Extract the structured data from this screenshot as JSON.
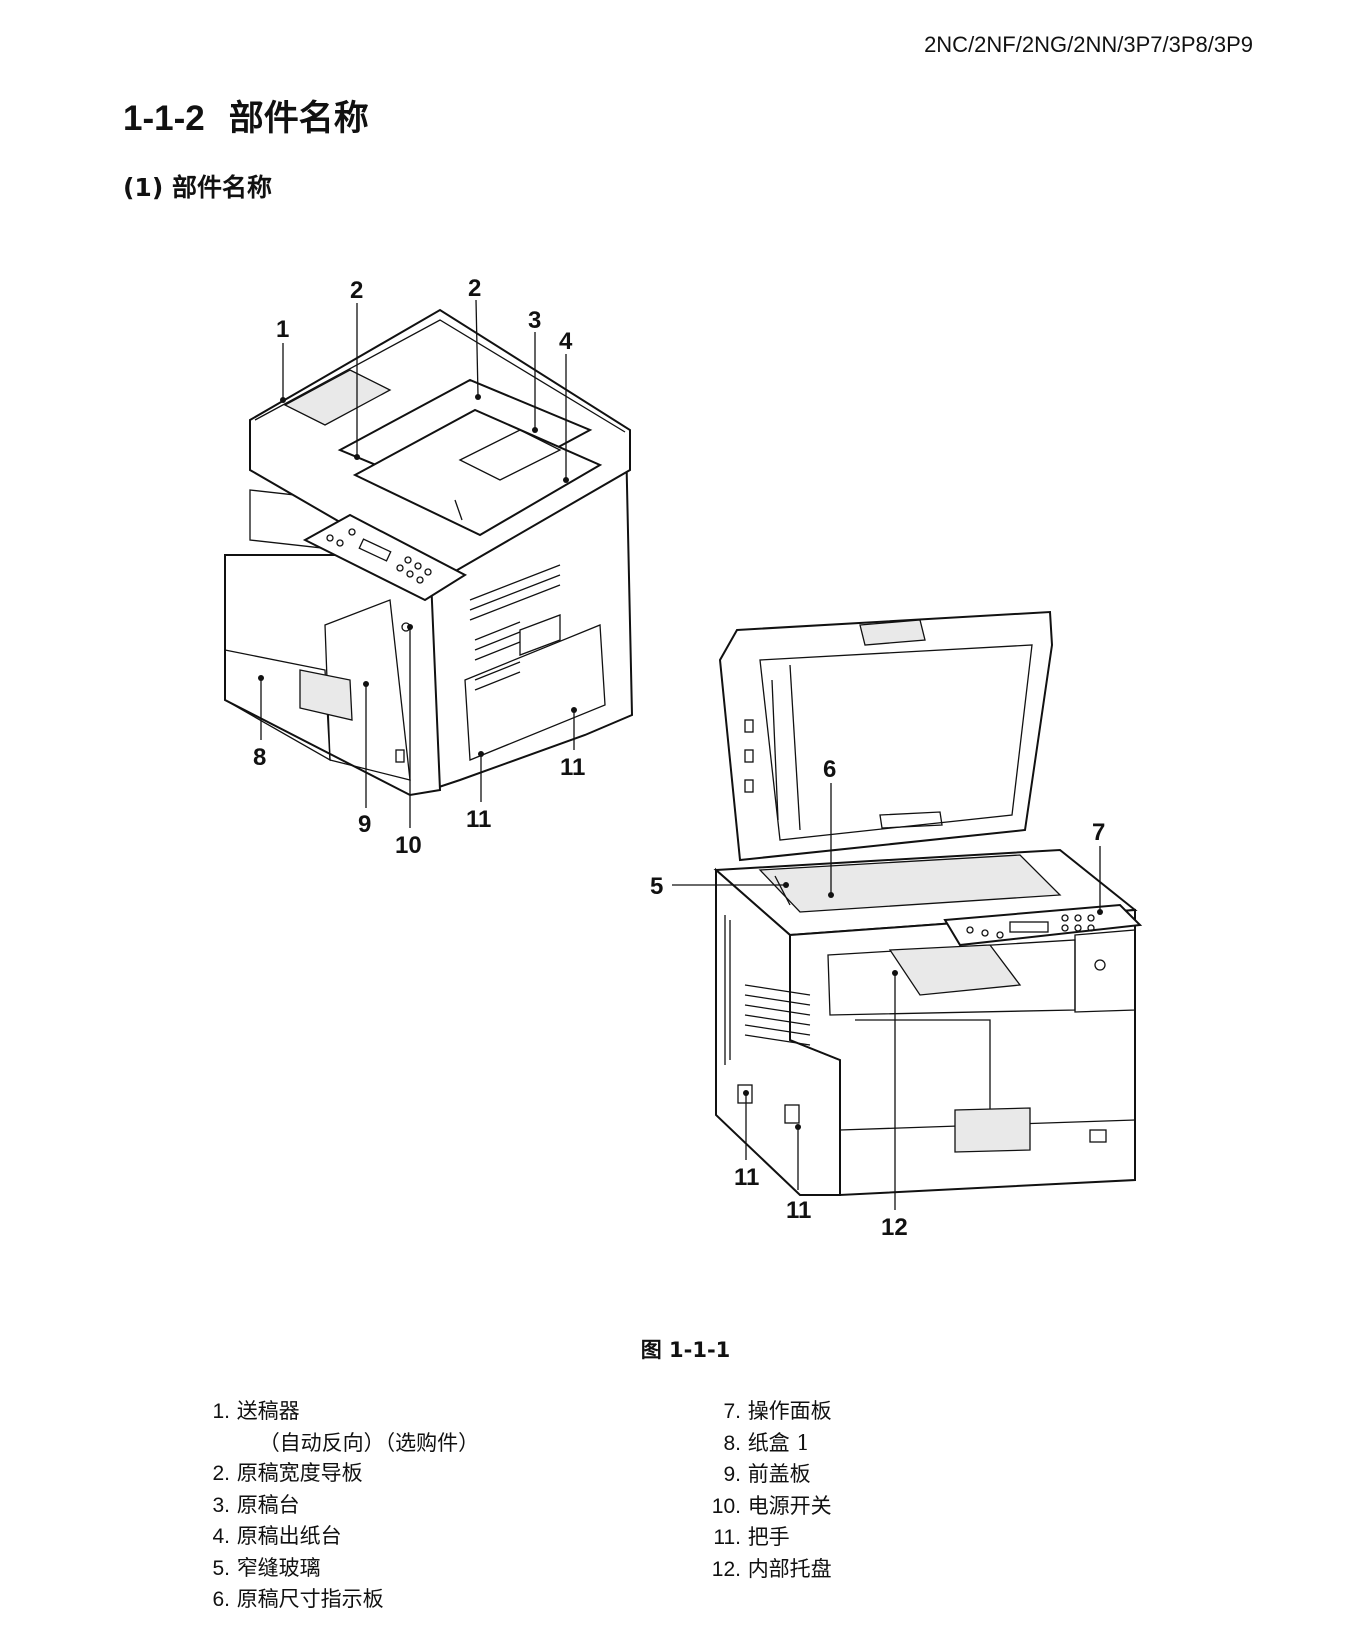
{
  "header": {
    "model_codes": "2NC/2NF/2NG/2NN/3P7/3P8/3P9"
  },
  "section": {
    "number": "1-1-2",
    "title": "部件名称"
  },
  "subsection": {
    "title": "(1) 部件名称"
  },
  "figure": {
    "caption": "图 1-1-1",
    "callouts": [
      "1",
      "2",
      "2",
      "3",
      "4",
      "8",
      "9",
      "10",
      "11",
      "11",
      "5",
      "6",
      "7",
      "11",
      "11",
      "12"
    ]
  },
  "parts_left": [
    {
      "num": "1.",
      "label": "送稿器"
    },
    {
      "num": "",
      "label": "（自动反向）（选购件）"
    },
    {
      "num": "2.",
      "label": "原稿宽度导板"
    },
    {
      "num": "3.",
      "label": "原稿台"
    },
    {
      "num": "4.",
      "label": "原稿出纸台"
    },
    {
      "num": "5.",
      "label": "窄缝玻璃"
    },
    {
      "num": "6.",
      "label": "原稿尺寸指示板"
    }
  ],
  "parts_right": [
    {
      "num": "7.",
      "label": "操作面板"
    },
    {
      "num": "8.",
      "label": "纸盒 1"
    },
    {
      "num": "9.",
      "label": "前盖板"
    },
    {
      "num": "10.",
      "label": "电源开关"
    },
    {
      "num": "11.",
      "label": "把手"
    },
    {
      "num": "12.",
      "label": "内部托盘"
    }
  ]
}
